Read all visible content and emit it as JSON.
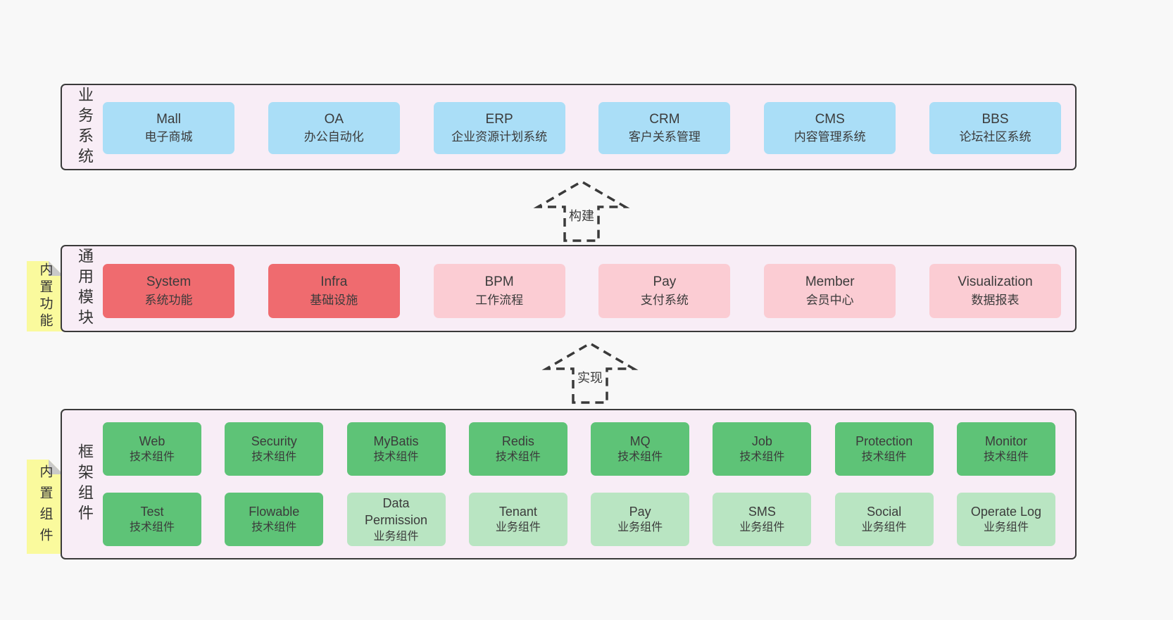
{
  "diagram": {
    "title_hint": "layered architecture diagram",
    "colors": {
      "page_bg": "#f8f8f8",
      "band_bg": "#f8edf6",
      "band_border": "#3a3a3a",
      "box_blue": "#aadef7",
      "box_red": "#ef6b6f",
      "box_pink": "#fbccd3",
      "box_green": "#5ec377",
      "box_green_light": "#b9e5c2",
      "note_yellow": "#fafa9d",
      "note_fold_gray": "#c9c9c9",
      "text": "#3b3b3b"
    }
  },
  "bands": [
    {
      "label": "业务系统",
      "rows": [
        [
          {
            "name": "Mall",
            "desc": "电子商城",
            "type": "blue"
          },
          {
            "name": "OA",
            "desc": "办公自动化",
            "type": "blue"
          },
          {
            "name": "ERP",
            "desc": "企业资源计划系统",
            "type": "blue"
          },
          {
            "name": "CRM",
            "desc": "客户关系管理",
            "type": "blue"
          },
          {
            "name": "CMS",
            "desc": "内容管理系统",
            "type": "blue"
          },
          {
            "name": "BBS",
            "desc": "论坛社区系统",
            "type": "blue"
          }
        ]
      ]
    },
    {
      "label": "通用模块",
      "note": "内置功能",
      "rows": [
        [
          {
            "name": "System",
            "desc": "系统功能",
            "type": "red"
          },
          {
            "name": "Infra",
            "desc": "基础设施",
            "type": "red"
          },
          {
            "name": "BPM",
            "desc": "工作流程",
            "type": "pink"
          },
          {
            "name": "Pay",
            "desc": "支付系统",
            "type": "pink"
          },
          {
            "name": "Member",
            "desc": "会员中心",
            "type": "pink"
          },
          {
            "name": "Visualization",
            "desc": "数据报表",
            "type": "pink"
          }
        ]
      ]
    },
    {
      "label": "框架组件",
      "note": "内置组件",
      "rows": [
        [
          {
            "name": "Web",
            "desc": "技术组件",
            "type": "green"
          },
          {
            "name": "Security",
            "desc": "技术组件",
            "type": "green"
          },
          {
            "name": "MyBatis",
            "desc": "技术组件",
            "type": "green"
          },
          {
            "name": "Redis",
            "desc": "技术组件",
            "type": "green"
          },
          {
            "name": "MQ",
            "desc": "技术组件",
            "type": "green"
          },
          {
            "name": "Job",
            "desc": "技术组件",
            "type": "green"
          },
          {
            "name": "Protection",
            "desc": "技术组件",
            "type": "green"
          },
          {
            "name": "Monitor",
            "desc": "技术组件",
            "type": "green"
          }
        ],
        [
          {
            "name": "Test",
            "desc": "技术组件",
            "type": "green"
          },
          {
            "name": "Flowable",
            "desc": "技术组件",
            "type": "green"
          },
          {
            "name": "Data Permission",
            "desc": "业务组件",
            "type": "green-light"
          },
          {
            "name": "Tenant",
            "desc": "业务组件",
            "type": "green-light"
          },
          {
            "name": "Pay",
            "desc": "业务组件",
            "type": "green-light"
          },
          {
            "name": "SMS",
            "desc": "业务组件",
            "type": "green-light"
          },
          {
            "name": "Social",
            "desc": "业务组件",
            "type": "green-light"
          },
          {
            "name": "Operate Log",
            "desc": "业务组件",
            "type": "green-light"
          }
        ]
      ]
    }
  ],
  "arrows": [
    {
      "label": "构建"
    },
    {
      "label": "实现"
    }
  ]
}
